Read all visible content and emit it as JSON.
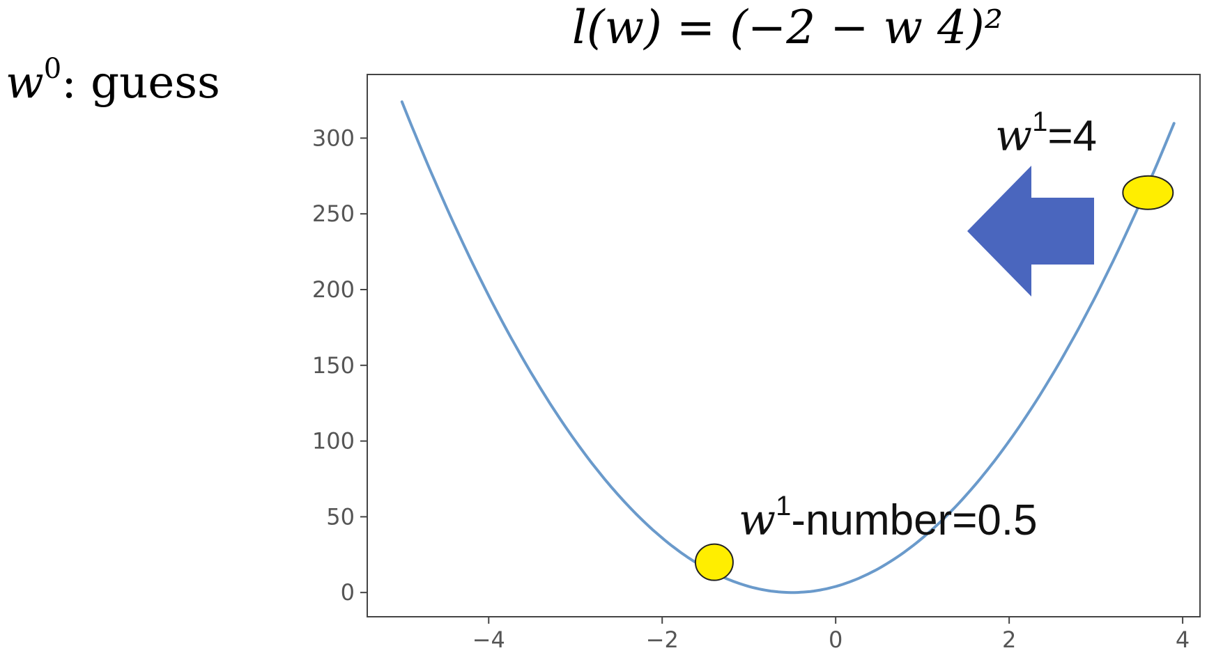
{
  "chart_data": {
    "type": "line",
    "title": "l(w) = (−2 − w 4)²",
    "xlabel": "",
    "ylabel": "",
    "xlim": [
      -5.4,
      4.2
    ],
    "ylim": [
      -16,
      342
    ],
    "x_ticks": [
      -4,
      -2,
      0,
      2,
      4
    ],
    "y_ticks": [
      0,
      50,
      100,
      150,
      200,
      250,
      300
    ],
    "x_tick_labels": [
      "−4",
      "−2",
      "0",
      "2",
      "4"
    ],
    "y_tick_labels": [
      "0",
      "50",
      "100",
      "150",
      "200",
      "250",
      "300"
    ],
    "grid": false,
    "series": [
      {
        "color": "#6a9acb",
        "function": "(-2 - 4w)^2",
        "x_range": [
          -5,
          3.9
        ]
      }
    ],
    "points": [
      {
        "x": 3.6,
        "y": 264,
        "color": "#ffee00"
      },
      {
        "x": -1.4,
        "y": 20,
        "color": "#ffee00"
      }
    ],
    "arrow": {
      "color": "#4a66be",
      "direction": "left"
    },
    "annotations": {
      "left_text": {
        "var": "w",
        "sup": "0",
        "rest": ": guess"
      },
      "right_text": {
        "var": "w",
        "sup": "1",
        "rest": "=4"
      },
      "bottom_text": {
        "var": "w",
        "sup": "1",
        "rest": "-number=0.5"
      }
    }
  }
}
